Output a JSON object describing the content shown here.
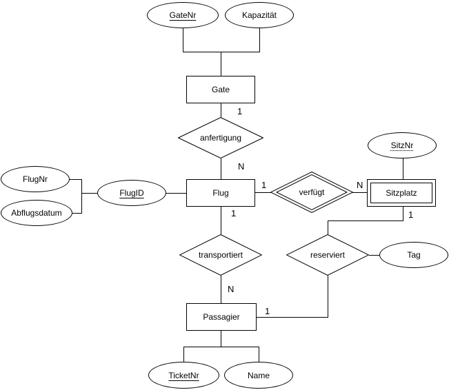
{
  "diagram_title": "ER diagram: flight seat reservation (German)",
  "colors": {
    "stroke": "#000000",
    "fill": "#ffffff",
    "text": "#000000"
  },
  "entities": {
    "gate": {
      "label": "Gate",
      "kind": "entity"
    },
    "flug": {
      "label": "Flug",
      "kind": "entity"
    },
    "sitzplatz": {
      "label": "Sitzplatz",
      "kind": "weak-entity"
    },
    "passagier": {
      "label": "Passagier",
      "kind": "entity"
    }
  },
  "relationships": {
    "anfertigung": {
      "label": "anfertigung",
      "kind": "relationship"
    },
    "verfuegt": {
      "label": "verfügt",
      "kind": "weak-relationship"
    },
    "transportiert": {
      "label": "transportiert",
      "kind": "relationship"
    },
    "reserviert": {
      "label": "reserviert",
      "kind": "relationship"
    }
  },
  "attributes": {
    "gatenr": {
      "label": "GateNr",
      "key": "primary"
    },
    "kapazitaet": {
      "label": "Kapazität",
      "key": "none"
    },
    "flugnr": {
      "label": "FlugNr",
      "key": "none"
    },
    "abflugsdatum": {
      "label": "Abflugsdatum",
      "key": "none"
    },
    "flugid": {
      "label": "FlugID",
      "key": "primary"
    },
    "sitznr": {
      "label": "SitzNr",
      "key": "partial"
    },
    "tag": {
      "label": "Tag",
      "key": "none"
    },
    "ticketnr": {
      "label": "TicketNr",
      "key": "primary"
    },
    "name": {
      "label": "Name",
      "key": "none"
    }
  },
  "cardinalities": {
    "gate_anfertigung": "1",
    "anfertigung_flug": "N",
    "flug_verfuegt": "1",
    "verfuegt_sitzplatz": "N",
    "flug_transportiert": "1",
    "transportiert_passagier": "N",
    "sitzplatz_reserviert": "1",
    "passagier_reserviert": "1"
  }
}
